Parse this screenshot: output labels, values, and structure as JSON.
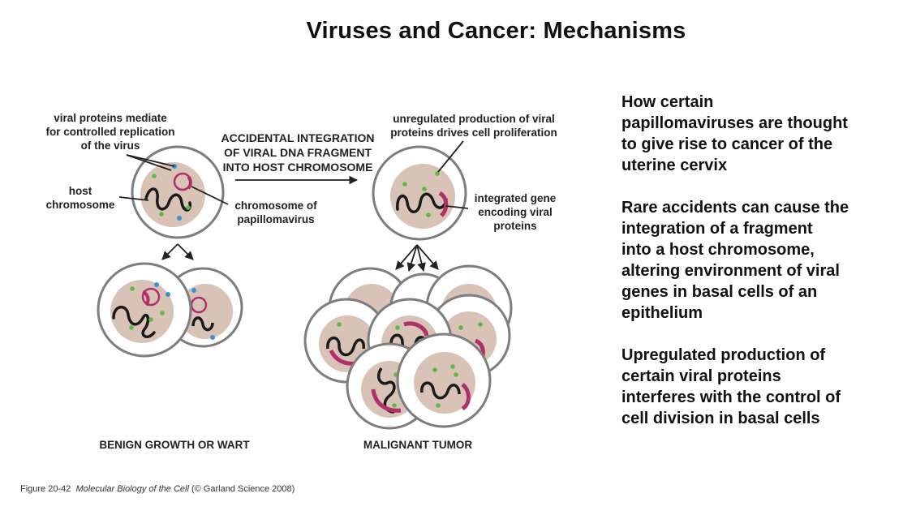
{
  "title": "Viruses and Cancer: Mechanisms",
  "figure": {
    "label_viral_proteins": [
      "viral proteins mediate",
      "for controlled replication",
      "of the virus"
    ],
    "label_host_chromosome": [
      "host",
      "chromosome"
    ],
    "label_chromosome_papilloma": [
      "chromosome of",
      "papillomavirus"
    ],
    "label_accidental": [
      "ACCIDENTAL INTEGRATION",
      "OF VIRAL DNA FRAGMENT",
      "INTO HOST CHROMOSOME"
    ],
    "label_unregulated": [
      "unregulated production of viral",
      "proteins drives cell proliferation"
    ],
    "label_integrated_gene": [
      "integrated gene",
      "encoding viral",
      "proteins"
    ],
    "label_benign": "BENIGN GROWTH OR WART",
    "label_malignant": "MALIGNANT TUMOR"
  },
  "side_text": {
    "p1": "How certain\npapillomaviruses are thought\nto give rise to cancer of the\nuterine cervix",
    "p2": "Rare accidents can cause the\nintegration of a fragment\ninto a host chromosome,\naltering environment of viral\ngenes in basal cells of an\nepithelium",
    "p3": "Upregulated production of\ncertain viral proteins\ninterferes with the control of\ncell division in basal cells"
  },
  "caption": {
    "figure_no": "Figure 20-42",
    "book": "Molecular Biology of the Cell",
    "rest": "(© Garland Science 2008)"
  },
  "colors": {
    "nucleus": "#d8c3b6",
    "cell_outline": "#7d7d7d",
    "viral_plasmid": "#b0306a",
    "green_dot": "#5fb848",
    "blue_dot": "#3f8fd8"
  }
}
